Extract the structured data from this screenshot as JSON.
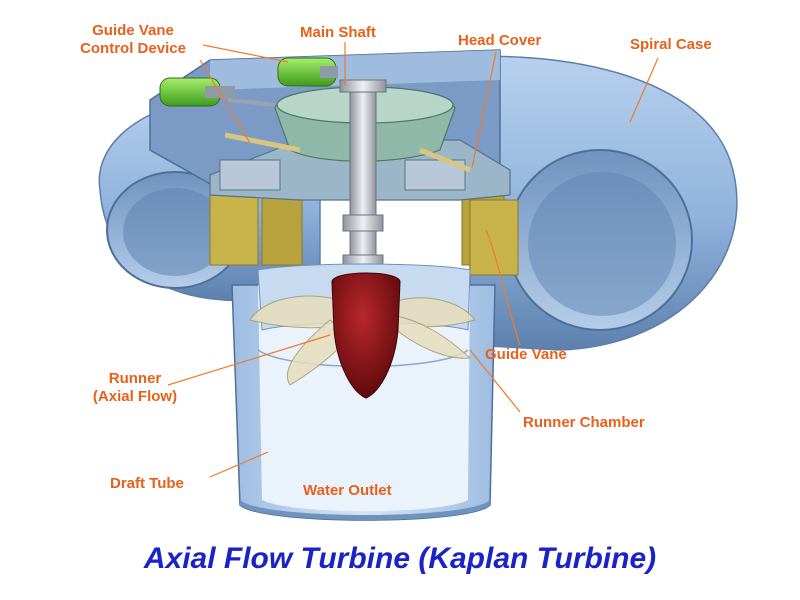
{
  "diagram": {
    "title": "Axial Flow Turbine (Kaplan Turbine)",
    "labels": {
      "guide_vane_control_device": [
        "Guide Vane",
        "Control Device"
      ],
      "main_shaft": "Main Shaft",
      "head_cover": "Head Cover",
      "spiral_case": "Spiral Case",
      "guide_vane": "Guide Vane",
      "runner": [
        "Runner",
        "(Axial Flow)"
      ],
      "runner_chamber": "Runner Chamber",
      "draft_tube": "Draft Tube",
      "water_outlet": "Water Outlet"
    }
  },
  "colors": {
    "label": "#e8611a",
    "title": "#1a23c8",
    "leader": "#f07a2a",
    "casing": "#8fb3dd",
    "casing_dark": "#4e6f99",
    "casing_inner": "#c7daf0",
    "runner_hub": "#7a0c10",
    "blade": "#e6ddbb",
    "guide_vane": "#c8b24a",
    "actuator": "#66cc33",
    "head_cover": "#8fb8a8",
    "shaft": "#c9ccd2"
  },
  "icons": [
    "kaplan-turbine-cutaway"
  ]
}
